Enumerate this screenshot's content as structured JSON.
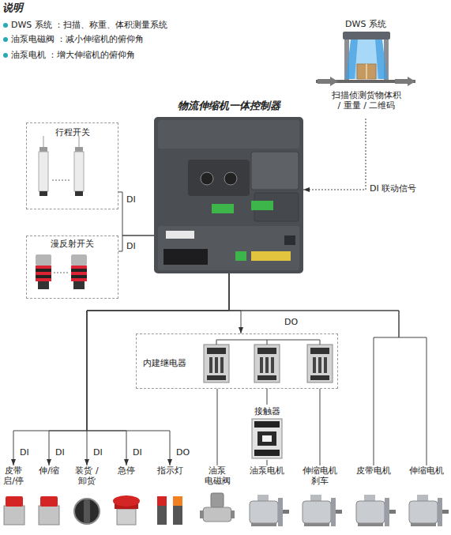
{
  "diagram": {
    "nodes": [
      {
        "text": [
          "DWS 系统",
          "扫描侦测货物体积 / 重量 / 二维码"
        ]
      },
      {
        "text": [
          "物流伸缩机一体控制器"
        ]
      },
      {
        "text": [
          "行程开关"
        ]
      },
      {
        "text": [
          "漫反射开关"
        ]
      },
      {
        "text": [
          "内建继电器"
        ]
      },
      {
        "text": [
          "接触器"
        ]
      },
      {
        "text": [
          "皮带 启/停"
        ]
      },
      {
        "text": [
          "伸/缩"
        ]
      },
      {
        "text": [
          "装货 /卸货"
        ]
      },
      {
        "text": [
          "急停"
        ]
      },
      {
        "text": [
          "指示灯"
        ]
      },
      {
        "text": [
          "油泵 电磁阀"
        ]
      },
      {
        "text": [
          "油泵电机"
        ]
      },
      {
        "text": [
          "伸缩电机 刹车"
        ]
      },
      {
        "text": [
          "皮带电机"
        ]
      },
      {
        "text": [
          "伸缩电机"
        ]
      }
    ],
    "edges": [
      {
        "from": 0,
        "to": 1,
        "arrow": "to",
        "label": "DI 联动信号"
      },
      {
        "from": 2,
        "to": 1,
        "arrow": "none",
        "label": "DI"
      },
      {
        "from": 3,
        "to": 1,
        "arrow": "none",
        "label": "DI"
      },
      {
        "from": 1,
        "to": 4,
        "arrow": "to",
        "label": "DO"
      },
      {
        "from": 1,
        "to": 6,
        "arrow": "to",
        "label": "DI"
      },
      {
        "from": 1,
        "to": 7,
        "arrow": "to",
        "label": "DI"
      },
      {
        "from": 1,
        "to": 8,
        "arrow": "to",
        "label": "DI"
      },
      {
        "from": 1,
        "to": 9,
        "arrow": "to",
        "label": "DI"
      },
      {
        "from": 1,
        "to": 10,
        "arrow": "to",
        "label": "DO"
      },
      {
        "from": 1,
        "to": 14,
        "arrow": "none"
      },
      {
        "from": 1,
        "to": 15,
        "arrow": "none"
      },
      {
        "from": 4,
        "to": 11,
        "arrow": "none"
      },
      {
        "from": 4,
        "to": 5,
        "arrow": "none"
      },
      {
        "from": 5,
        "to": 12,
        "arrow": "none"
      },
      {
        "from": 4,
        "to": 13,
        "arrow": "none"
      }
    ],
    "labels": [
      "说明",
      "DWS 系统 ：扫描、称重、体积测量系统",
      "油泵电磁阀 ：减小伸缩机的俯仰角",
      "油泵电机 ：增大伸缩机的俯仰角"
    ]
  }
}
